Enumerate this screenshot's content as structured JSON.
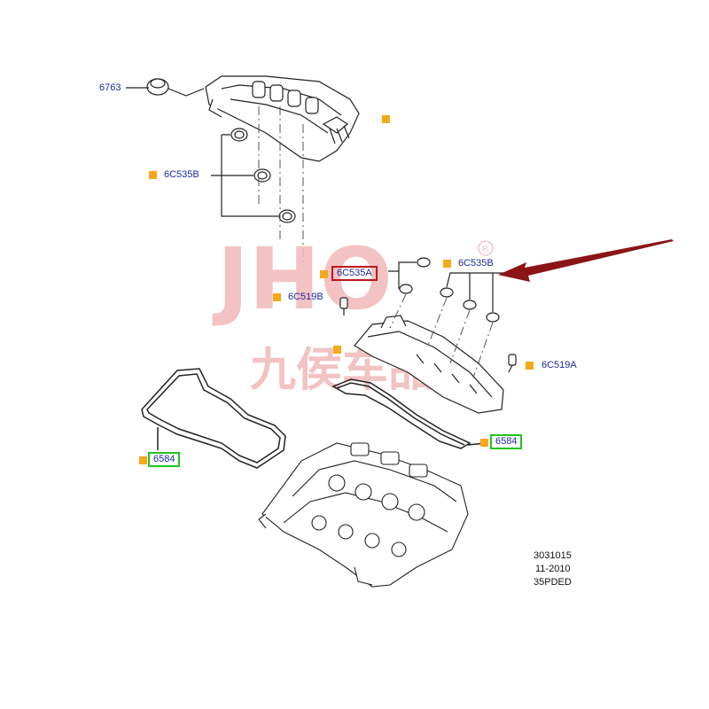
{
  "watermark": {
    "brand": "JHO",
    "registered": "®",
    "chinese": "九侯车品",
    "color": "#f2b8b8"
  },
  "callouts": {
    "p6763": "6763",
    "p6c535b_upper": "6C535B",
    "p6c535a": "6C535A",
    "p6c535b_lower": "6C535B",
    "p6c519b": "6C519B",
    "p6c519a": "6C519A",
    "p6584_left": "6584",
    "p6584_right": "6584"
  },
  "colors": {
    "label_text": "#1f2a9e",
    "marker": "#f5a81a",
    "highlight_red": "#c0161c",
    "highlight_green": "#21c421",
    "pointer_arrow": "#8b1414"
  },
  "code_block": {
    "line1": "3031015",
    "line2": "11-2010",
    "line3": "35PDED"
  }
}
